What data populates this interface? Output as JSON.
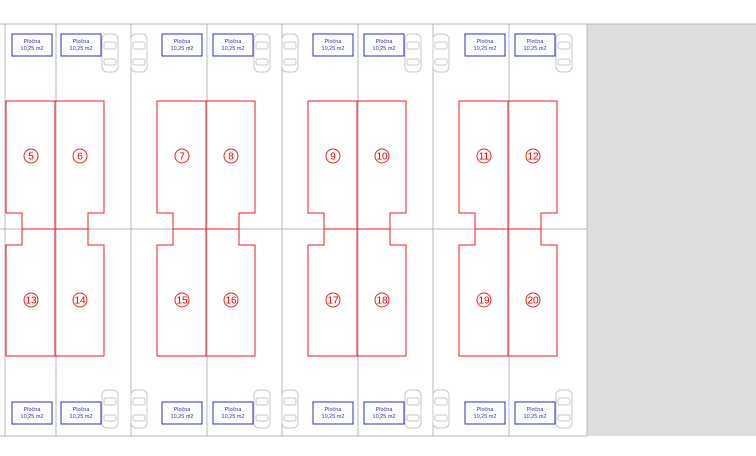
{
  "colors": {
    "lot_line": "#b8b8b8",
    "house_outline": "#ee2020",
    "storage_box": "#2b2bd6",
    "storage_text": "#2b2bd6",
    "car_outline": "#c8c8c8",
    "paved_area": "#dedede"
  },
  "lots": {
    "top_row": [
      "5",
      "6",
      "7",
      "8",
      "9",
      "10",
      "11",
      "12"
    ],
    "bottom_row": [
      "13",
      "14",
      "15",
      "16",
      "17",
      "18",
      "19",
      "20"
    ]
  },
  "storage": {
    "label": "Pločna",
    "area": "10,25 m2"
  },
  "icons": {
    "car": "car-outline-icon"
  }
}
